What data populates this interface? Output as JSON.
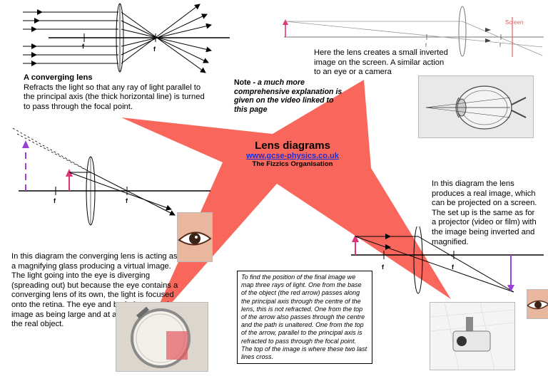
{
  "title": {
    "heading": "Lens diagrams",
    "url": "www.gcse-physics.co.uk",
    "org": "The Fizzics Organisation"
  },
  "note": {
    "label": "Note",
    "text": " - a much more comprehensive explanation is given on the video linked to this page"
  },
  "converging": {
    "heading": "A converging lens",
    "body": "Refracts the light so that any ray of light parallel to the principal axis (the thick horizontal line) is turned to pass through the focal point."
  },
  "small_image": {
    "body": "Here the lens creates a small inverted image on the screen. A similar action to an eye or a camera",
    "screen_label": "Screen"
  },
  "magnifier": {
    "body": "In this diagram the converging lens is acting as a magnifying glass producing a virtual image. The light going into the eye is diverging (spreading out) but because the eye contains a converging lens of its own, the light is focused onto the retina. The eye and brain interpret the image as being large and at a distance beyond the real object."
  },
  "projector": {
    "body": "In this diagram the lens produces a real image, which can be projected on a screen. The set up is the same as for a projector (video or film) with the image being inverted and magnified."
  },
  "method": {
    "body": "To find the position of the final image we map three rays of light. One from the base of the object (the red arrow) passes along the principal axis through the centre of the lens, this is not refracted. One from the top of the arrow also passes through the centre and the path is unaltered. One from the top of the arrow, parallel to the principal axis is refracted to pass through the focal point. The top of the image is where these two last lines cross."
  },
  "focal_label": "f",
  "colors": {
    "star": "#f9675c",
    "object_arrow": "#e0337a",
    "image_arrow": "#9b3fd6",
    "screen": "#e06060",
    "link": "#1a2fd6"
  }
}
